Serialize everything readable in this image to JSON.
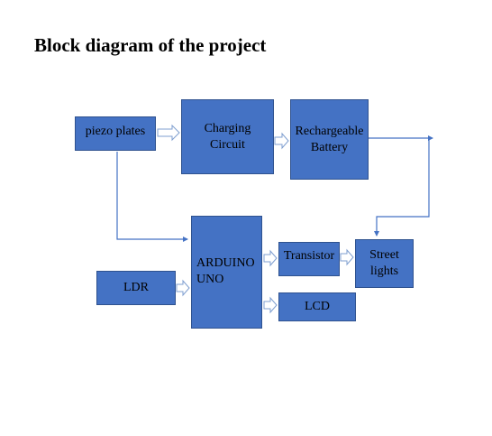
{
  "title": "Block diagram of the project",
  "blocks": {
    "piezo": "piezo plates",
    "charging_line1": "Charging",
    "charging_line2": "Circuit",
    "battery_line1": "Rechargeable",
    "battery_line2": "Battery",
    "arduino_line1": "ARDUINO",
    "arduino_line2": "UNO",
    "ldr": "LDR",
    "transistor": "Transistor",
    "street_line1": "Street",
    "street_line2": "lights",
    "lcd": "LCD"
  },
  "colors": {
    "block_fill": "#4472c4",
    "block_border": "#2f528f",
    "line": "#4472c4"
  }
}
